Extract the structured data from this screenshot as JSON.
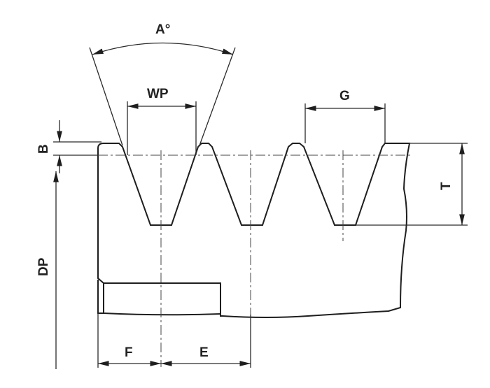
{
  "diagram": {
    "type": "v-belt pulley groove cross-section",
    "labels": {
      "angle": "A°",
      "pitch_width": "WP",
      "groove_top_width": "G",
      "depth": "T",
      "b": "B",
      "pitch_diameter": "DP",
      "f": "F",
      "e": "E"
    },
    "colors": {
      "line": "#1e1e1e",
      "background": "#ffffff"
    }
  }
}
